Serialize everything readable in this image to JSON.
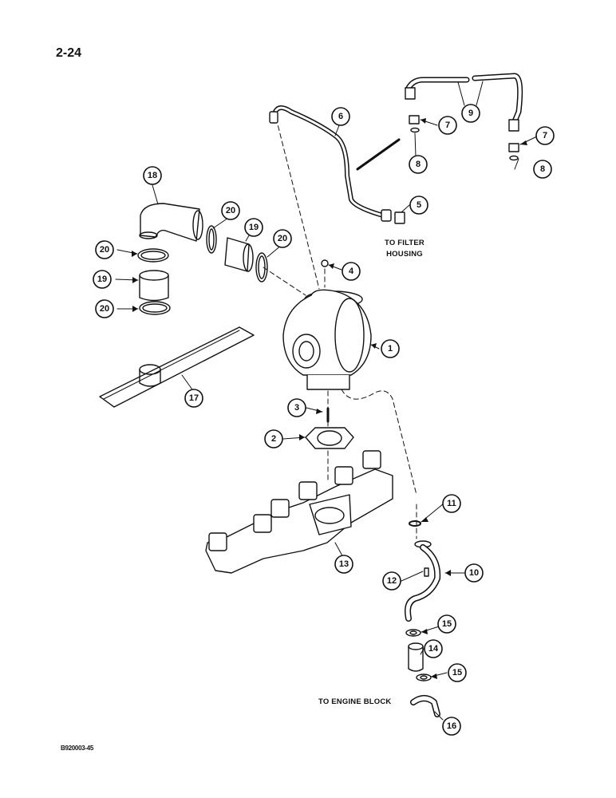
{
  "page_number": "2-24",
  "figure_code": "B920003-45",
  "notes": {
    "filter_housing_line1": "TO FILTER",
    "filter_housing_line2": "HOUSING",
    "engine_block": "TO ENGINE BLOCK"
  },
  "callouts": [
    "1",
    "2",
    "3",
    "4",
    "5",
    "6",
    "7",
    "7",
    "8",
    "8",
    "9",
    "10",
    "11",
    "12",
    "13",
    "14",
    "15",
    "15",
    "16",
    "17",
    "18",
    "19",
    "19",
    "20",
    "20",
    "20",
    "20"
  ]
}
